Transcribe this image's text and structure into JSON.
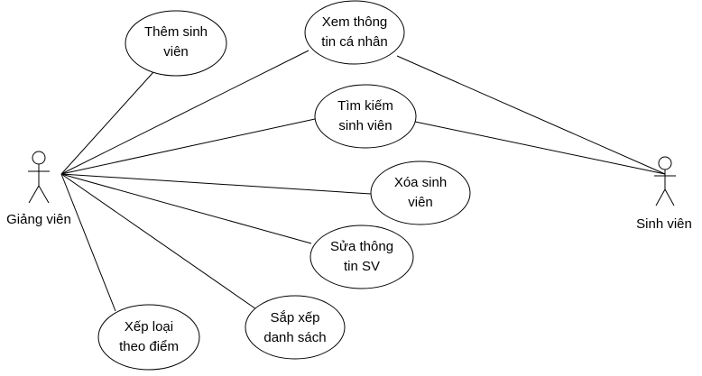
{
  "actors": {
    "lecturer": {
      "label": "Giảng viên"
    },
    "student": {
      "label": "Sinh viên"
    }
  },
  "use_cases": {
    "add_student": [
      "Thêm sinh",
      "viên"
    ],
    "view_info": [
      "Xem thông",
      "tin cá nhân"
    ],
    "search_student": [
      "Tìm kiếm",
      "sinh viên"
    ],
    "delete_student": [
      "Xóa sinh",
      "viên"
    ],
    "edit_info": [
      "Sửa thông",
      "tin SV"
    ],
    "sort_list": [
      "Sắp xếp",
      "danh sách"
    ],
    "rank_by_score": [
      "Xếp loại",
      "theo điểm"
    ]
  },
  "colors": {
    "stroke": "#000000",
    "fill": "#ffffff"
  }
}
